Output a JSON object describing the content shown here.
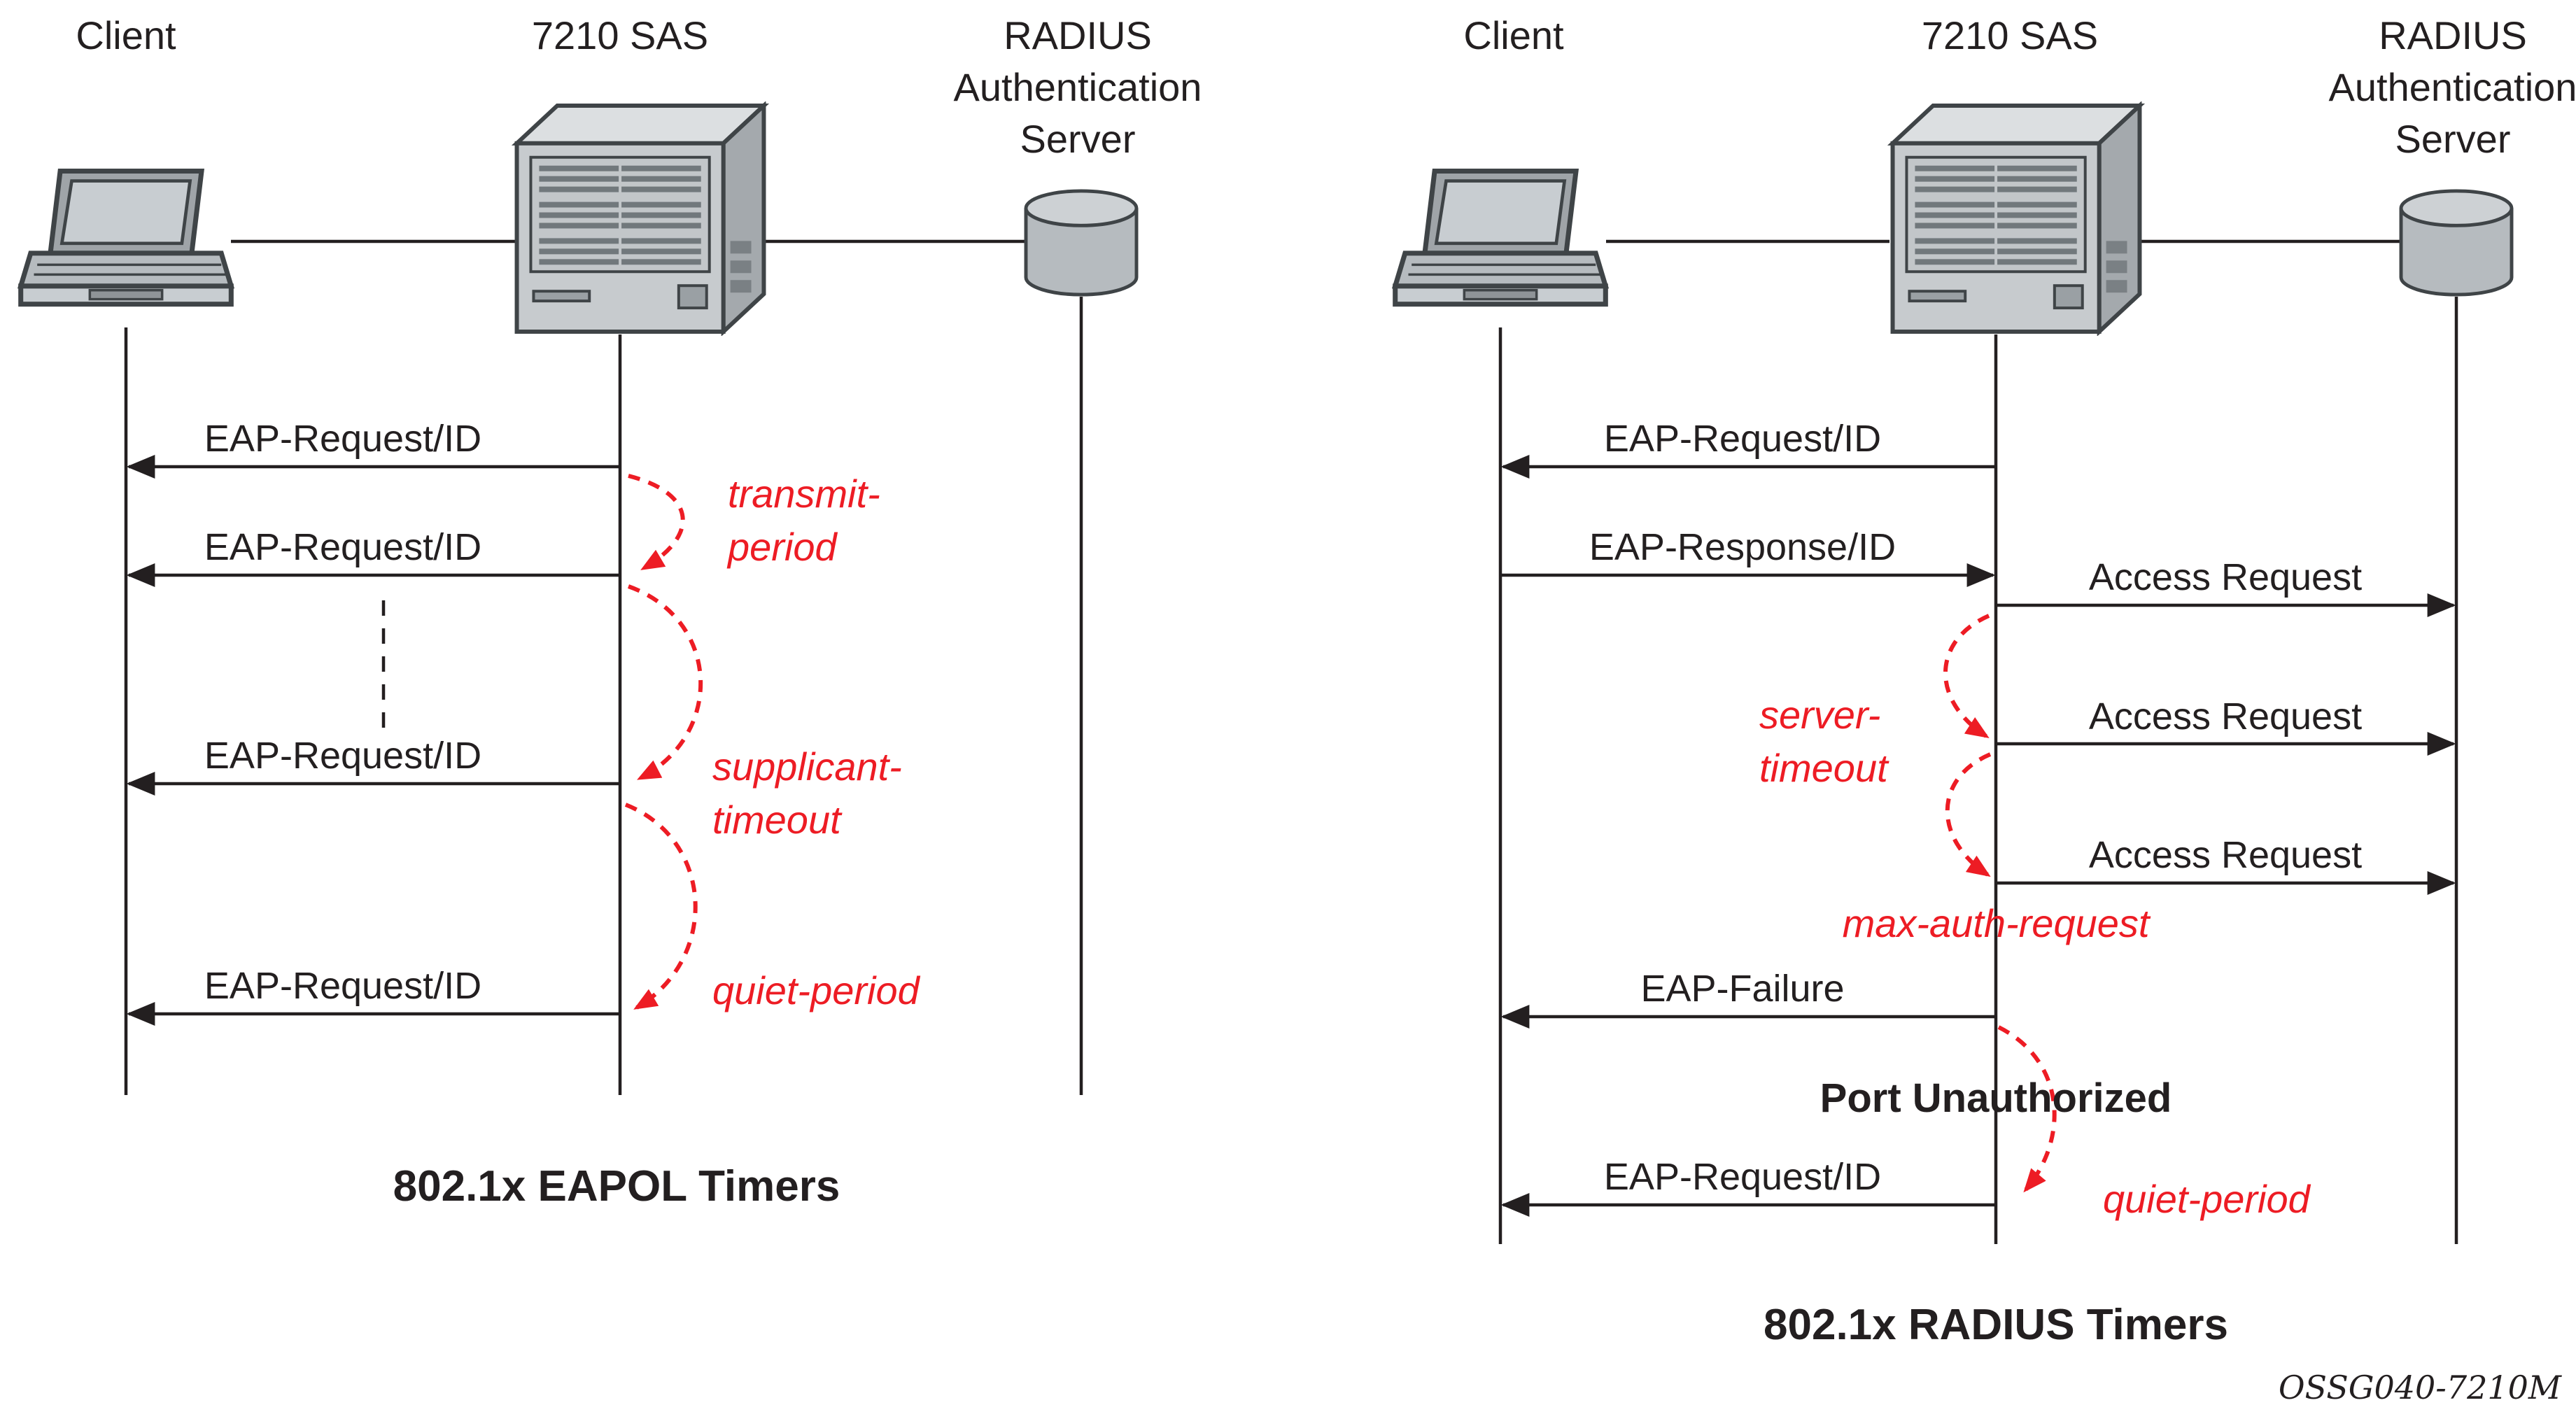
{
  "watermark": "OSSG040-7210M",
  "colors": {
    "line": "#231f20",
    "timer_red": "#ed1c24",
    "device_gray": "#c7cbce"
  },
  "eapol": {
    "title": "802.1x EAPOL Timers",
    "actors": {
      "client": {
        "label": "Client",
        "icon": "laptop-icon"
      },
      "sas": {
        "label": "7210 SAS",
        "icon": "switch-icon"
      },
      "radius": {
        "label": "RADIUS\nAuthentication\nServer",
        "icon": "database-cylinder-icon"
      }
    },
    "messages": [
      {
        "label": "EAP-Request/ID",
        "from": "7210 SAS",
        "to": "Client"
      },
      {
        "label": "EAP-Request/ID",
        "from": "7210 SAS",
        "to": "Client"
      },
      {
        "label": "EAP-Request/ID",
        "from": "7210 SAS",
        "to": "Client"
      },
      {
        "label": "EAP-Request/ID",
        "from": "7210 SAS",
        "to": "Client"
      }
    ],
    "timers": [
      {
        "label": "transmit-\nperiod"
      },
      {
        "label": "supplicant-\ntimeout"
      },
      {
        "label": "quiet-period"
      }
    ]
  },
  "radius": {
    "title": "802.1x RADIUS Timers",
    "actors": {
      "client": {
        "label": "Client",
        "icon": "laptop-icon"
      },
      "sas": {
        "label": "7210 SAS",
        "icon": "switch-icon"
      },
      "radius": {
        "label": "RADIUS\nAuthentication\nServer",
        "icon": "database-cylinder-icon"
      }
    },
    "messages": [
      {
        "label": "EAP-Request/ID",
        "from": "7210 SAS",
        "to": "Client"
      },
      {
        "label": "EAP-Response/ID",
        "from": "Client",
        "to": "7210 SAS"
      },
      {
        "label": "Access Request",
        "from": "7210 SAS",
        "to": "RADIUS Server"
      },
      {
        "label": "Access Request",
        "from": "7210 SAS",
        "to": "RADIUS Server"
      },
      {
        "label": "Access Request",
        "from": "7210 SAS",
        "to": "RADIUS Server"
      },
      {
        "label": "EAP-Failure",
        "from": "7210 SAS",
        "to": "Client"
      },
      {
        "label": "EAP-Request/ID",
        "from": "7210 SAS",
        "to": "Client"
      }
    ],
    "timers": [
      {
        "label": "server-\ntimeout"
      },
      {
        "label": "max-auth-request"
      },
      {
        "label": "quiet-period"
      }
    ],
    "status": "Port Unauthorized"
  }
}
